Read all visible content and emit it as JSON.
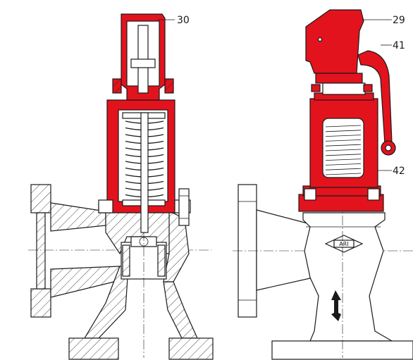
{
  "callouts": {
    "bonnet_section": "30",
    "cap": "29",
    "lever": "41",
    "bonnet_view": "42"
  },
  "logo_text": "ARI",
  "colors": {
    "part_highlight": "#e2131d",
    "outline": "#1a1a1a",
    "background": "#ffffff"
  }
}
